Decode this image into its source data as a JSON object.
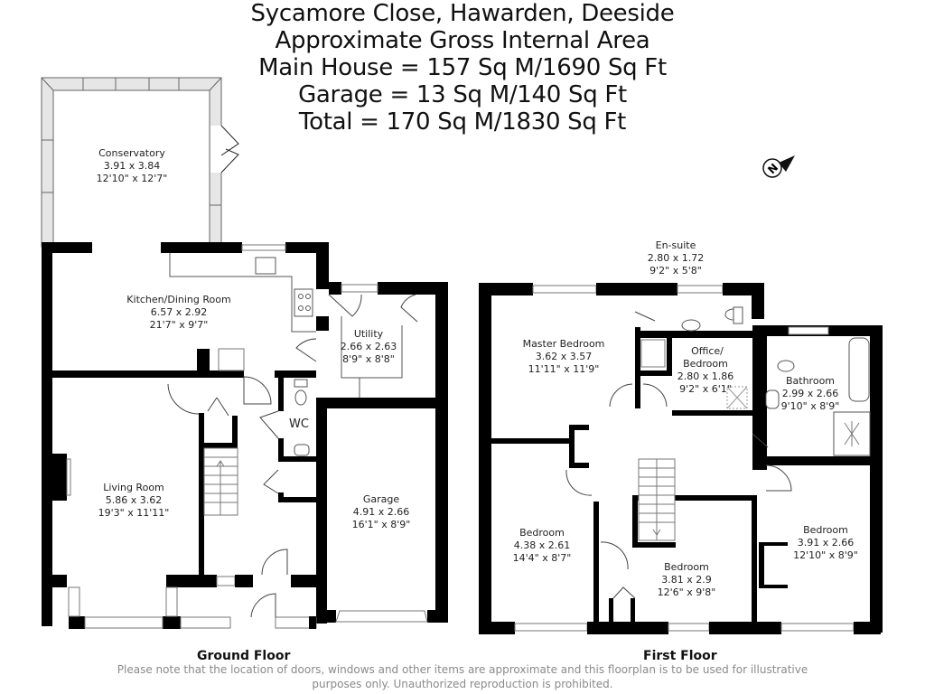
{
  "header": {
    "address": "Sycamore Close, Hawarden, Deeside",
    "subtitle": "Approximate Gross Internal Area",
    "main_house": "Main House = 157 Sq M/1690 Sq Ft",
    "garage": "Garage = 13 Sq M/140 Sq Ft",
    "total": "Total = 170 Sq M/1830 Sq Ft"
  },
  "compass": {
    "label": "N"
  },
  "ground_floor": {
    "label": "Ground Floor",
    "rooms": [
      {
        "name": "Conservatory",
        "metric": "3.91 x 3.84",
        "imperial": "12'10\" x 12'7\""
      },
      {
        "name": "Kitchen/Dining Room",
        "metric": "6.57 x 2.92",
        "imperial": "21'7\" x 9'7\""
      },
      {
        "name": "Utility",
        "metric": "2.66 x 2.63",
        "imperial": "8'9\" x 8'8\""
      },
      {
        "name": "WC"
      },
      {
        "name": "Living Room",
        "metric": "5.86 x 3.62",
        "imperial": "19'3\" x 11'11\""
      },
      {
        "name": "Garage",
        "metric": "4.91 x 2.66",
        "imperial": "16'1\" x 8'9\""
      }
    ]
  },
  "first_floor": {
    "label": "First Floor",
    "rooms": [
      {
        "name": "En-suite",
        "metric": "2.80 x 1.72",
        "imperial": "9'2\" x 5'8\""
      },
      {
        "name": "Master Bedroom",
        "metric": "3.62 x 3.57",
        "imperial": "11'11\" x 11'9\""
      },
      {
        "name": "Office/",
        "name2": "Bedroom",
        "metric": "2.80 x 1.86",
        "imperial": "9'2\" x 6'1\""
      },
      {
        "name": "Bathroom",
        "metric": "2.99 x 2.66",
        "imperial": "9'10\" x 8'9\""
      },
      {
        "name": "Bedroom",
        "metric": "4.38 x 2.61",
        "imperial": "14'4\" x 8'7\""
      },
      {
        "name": "Bedroom",
        "metric": "3.81 x 2.9",
        "imperial": "12'6\" x 9'8\""
      },
      {
        "name": "Bedroom",
        "metric": "3.91 x 2.66",
        "imperial": "12'10\" x 8'9\""
      }
    ]
  },
  "disclaimer": {
    "line1": "Please note that the location of doors, windows and other items are approximate and this floorplan is to be used for illustrative",
    "line2": "purposes only. Unauthorized reproduction is prohibited."
  }
}
